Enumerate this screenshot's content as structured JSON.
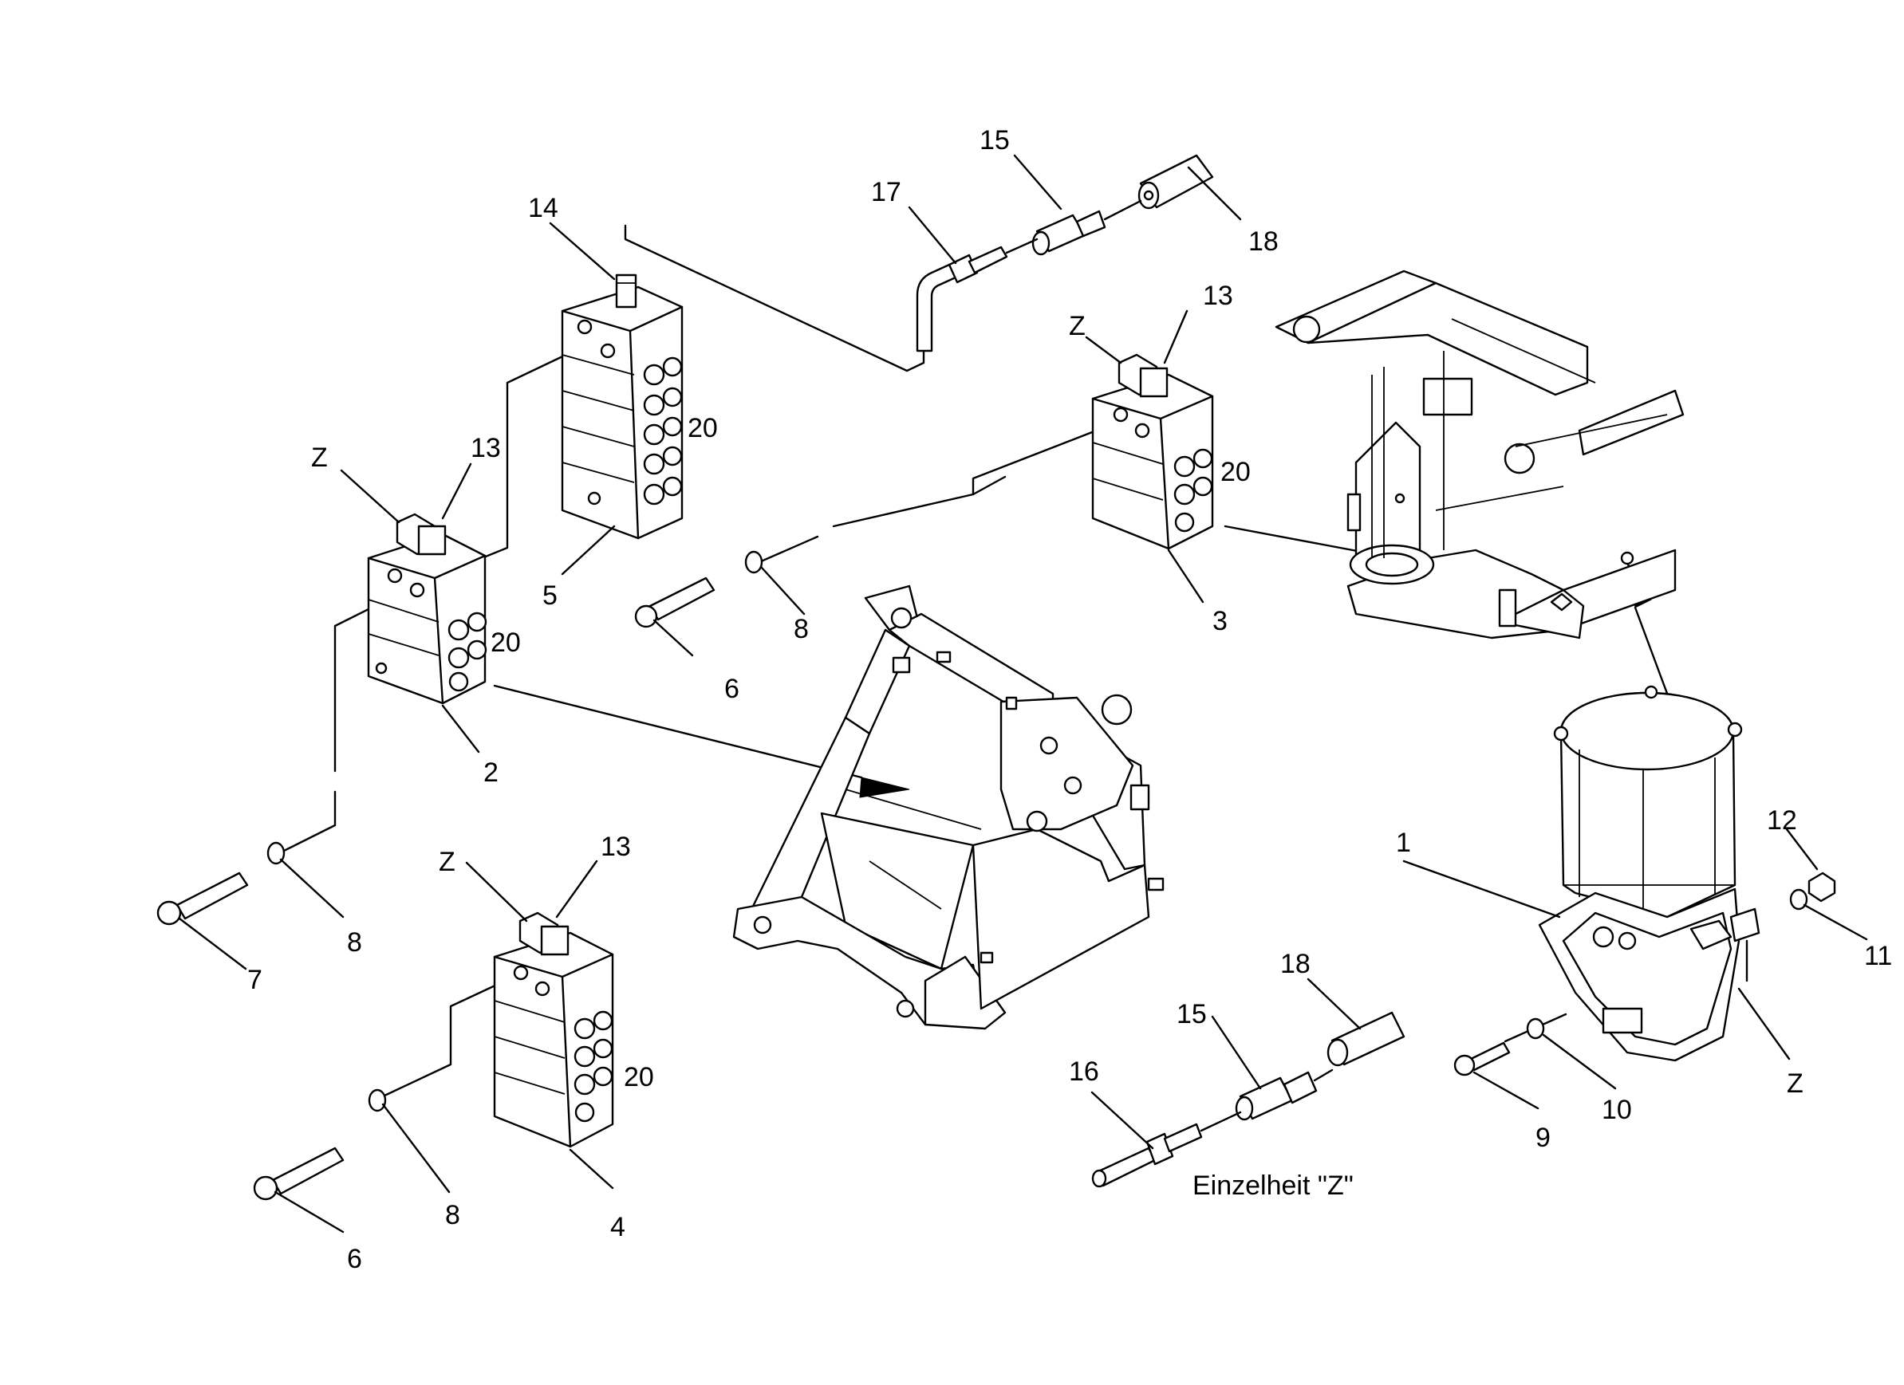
{
  "caption": "Einzelheit \"Z\"",
  "callouts": {
    "c1": "1",
    "c2": "2",
    "c3": "3",
    "c4": "4",
    "c5": "5",
    "c6a": "6",
    "c6b": "6",
    "c7": "7",
    "c8a": "8",
    "c8b": "8",
    "c8c": "8",
    "c9": "9",
    "c10": "10",
    "c11": "11",
    "c12": "12",
    "c13a": "13",
    "c13b": "13",
    "c13c": "13",
    "c14": "14",
    "c15a": "15",
    "c15b": "15",
    "c16": "16",
    "c17": "17",
    "c18a": "18",
    "c18b": "18",
    "c20a": "20",
    "c20b": "20",
    "c20c": "20",
    "c20d": "20",
    "zA": "Z",
    "zB": "Z",
    "zC": "Z",
    "zD": "Z"
  }
}
